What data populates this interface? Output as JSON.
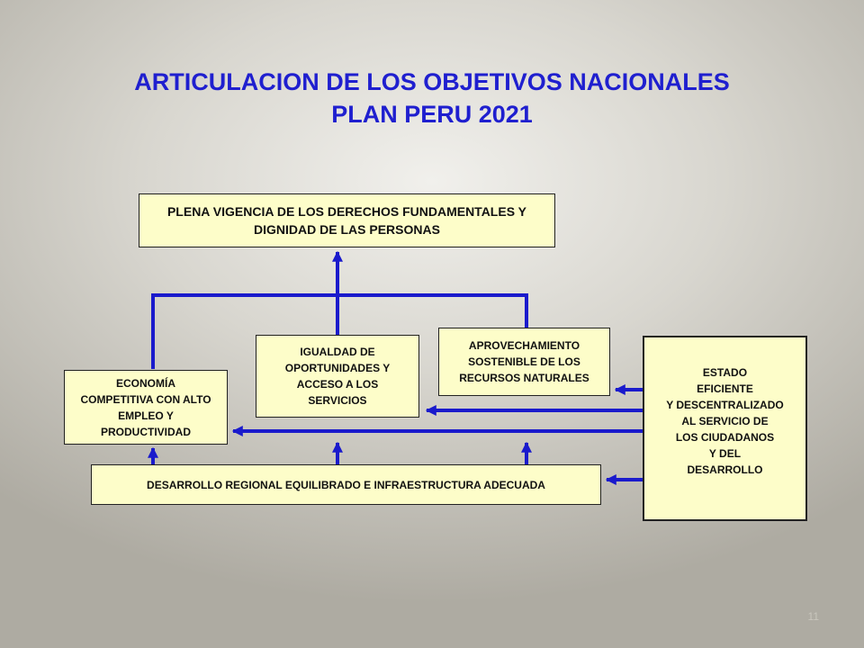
{
  "title": {
    "line1": "ARTICULACION DE LOS OBJETIVOS NACIONALES",
    "line2": "PLAN PERU 2021"
  },
  "boxes": {
    "top": "PLENA VIGENCIA DE LOS DERECHOS FUNDAMENTALES Y\nDIGNIDAD DE LAS PERSONAS",
    "economia": "ECONOMÍA\nCOMPETITIVA CON ALTO\nEMPLEO Y\nPRODUCTIVIDAD",
    "igualdad": "IGUALDAD DE\nOPORTUNIDADES Y\nACCESO A LOS\nSERVICIOS",
    "aprovechamiento": "APROVECHAMIENTO\nSOSTENIBLE DE LOS\nRECURSOS NATURALES",
    "estado": "ESTADO\nEFICIENTE\nY DESCENTRALIZADO\nAL SERVICIO  DE\nLOS CIUDADANOS\nY DEL\nDESARROLLO",
    "desarrollo": "DESARROLLO REGIONAL EQUILIBRADO E INFRAESTRUCTURA ADECUADA"
  },
  "colors": {
    "title": "#1f1fcf",
    "connector": "#1a1acc",
    "box_fill": "#fdfdc9"
  },
  "slide_number": "11"
}
